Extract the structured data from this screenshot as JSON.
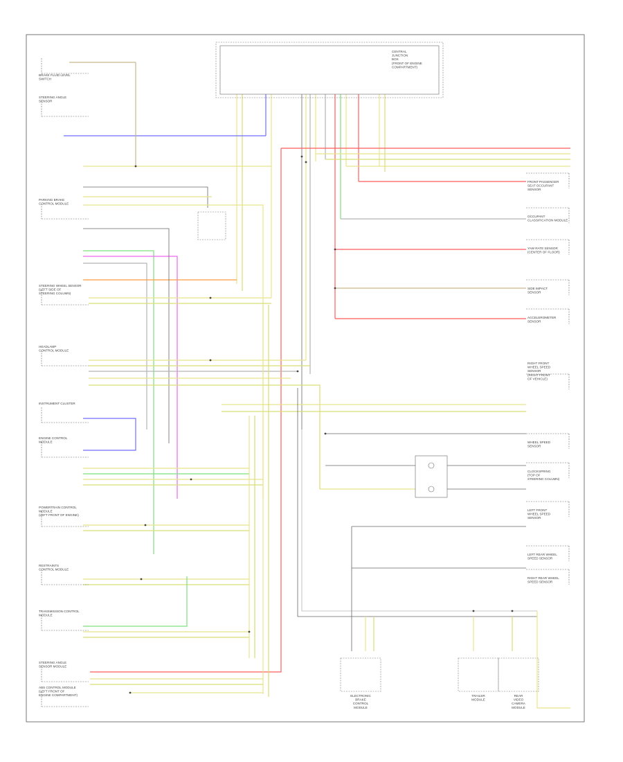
{
  "diagram": {
    "footer_code": "",
    "central_module_lines": [
      "CENTRAL",
      "JUNCTION",
      "BOX",
      "(FRONT OF ENGINE",
      "COMPARTMENT)"
    ],
    "left_components": [
      [
        "BRAKE FLUID LEVEL",
        "SWITCH"
      ],
      [
        "STEERING ANGLE",
        "SENSOR"
      ],
      [
        "PARKING BRAKE",
        "CONTROL MODULE"
      ],
      [
        "STEERING WHEEL SENSOR",
        "(LEFT SIDE OF",
        "STEERING COLUMN)"
      ],
      [
        "HEADLAMP",
        "CONTROL MODULE"
      ],
      [
        "INSTRUMENT CLUSTER"
      ],
      [
        "ENGINE CONTROL",
        "MODULE"
      ],
      [
        "POWERTRAIN CONTROL",
        "MODULE",
        "(LEFT FRONT OF ENGINE)"
      ],
      [
        "RESTRAINTS",
        "CONTROL MODULE"
      ],
      [
        "TRANSMISSION CONTROL",
        "MODULE"
      ],
      [
        "STEERING ANGLE",
        "SENSOR MODULE"
      ],
      [
        "ABS CONTROL MODULE",
        "(LEFT FRONT OF",
        "ENGINE COMPARTMENT)"
      ]
    ],
    "right_components": [
      [
        "FRONT PASSENGER",
        "SEAT OCCUPANT",
        "SENSOR"
      ],
      [
        "OCCUPANT",
        "CLASSIFICATION MODULE"
      ],
      [
        "YAW RATE SENSOR",
        "(CENTER OF FLOOR)"
      ],
      [
        "SIDE IMPACT",
        "SENSOR"
      ],
      [
        "ACCELEROMETER",
        "SENSOR"
      ],
      [
        "RIGHT FRONT",
        "WHEEL SPEED",
        "SENSOR",
        "(RIGHT FRONT",
        "OF VEHICLE)"
      ],
      [
        "WHEEL SPEED",
        "SENSOR"
      ],
      [
        "CLOCKSPRING",
        "(TOP OF",
        "STEERING COLUMN)"
      ],
      [
        "LEFT FRONT",
        "WHEEL SPEED",
        "SENSOR"
      ],
      [
        "LEFT REAR WHEEL",
        "SPEED SENSOR"
      ],
      [
        "RIGHT REAR WHEEL",
        "SPEED SENSOR"
      ]
    ],
    "bottom_components": [
      [
        "ELECTRONIC",
        "BRAKE",
        "CONTROL",
        "MODULE"
      ],
      [
        "TRAILER",
        "MODULE"
      ],
      [
        "REAR",
        "VIDEO",
        "CAMERA",
        "MODULE"
      ]
    ]
  }
}
